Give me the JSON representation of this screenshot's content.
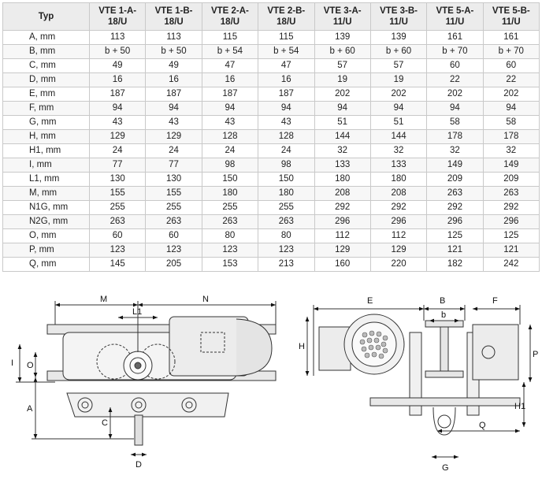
{
  "table": {
    "headers": [
      "Typ",
      "VTE 1-A-18/U",
      "VTE 1-B-18/U",
      "VTE 2-A-18/U",
      "VTE 2-B-18/U",
      "VTE 3-A-11/U",
      "VTE 3-B-11/U",
      "VTE 5-A-11/U",
      "VTE 5-B-11/U"
    ],
    "rows": [
      {
        "label": "A, mm",
        "values": [
          "113",
          "113",
          "115",
          "115",
          "139",
          "139",
          "161",
          "161"
        ]
      },
      {
        "label": "B, mm",
        "values": [
          "b + 50",
          "b + 50",
          "b + 54",
          "b + 54",
          "b + 60",
          "b + 60",
          "b + 70",
          "b + 70"
        ]
      },
      {
        "label": "C, mm",
        "values": [
          "49",
          "49",
          "47",
          "47",
          "57",
          "57",
          "60",
          "60"
        ]
      },
      {
        "label": "D, mm",
        "values": [
          "16",
          "16",
          "16",
          "16",
          "19",
          "19",
          "22",
          "22"
        ]
      },
      {
        "label": "E, mm",
        "values": [
          "187",
          "187",
          "187",
          "187",
          "202",
          "202",
          "202",
          "202"
        ]
      },
      {
        "label": "F, mm",
        "values": [
          "94",
          "94",
          "94",
          "94",
          "94",
          "94",
          "94",
          "94"
        ]
      },
      {
        "label": "G, mm",
        "values": [
          "43",
          "43",
          "43",
          "43",
          "51",
          "51",
          "58",
          "58"
        ]
      },
      {
        "label": "H, mm",
        "values": [
          "129",
          "129",
          "128",
          "128",
          "144",
          "144",
          "178",
          "178"
        ]
      },
      {
        "label": "H1, mm",
        "values": [
          "24",
          "24",
          "24",
          "24",
          "32",
          "32",
          "32",
          "32"
        ]
      },
      {
        "label": "I, mm",
        "values": [
          "77",
          "77",
          "98",
          "98",
          "133",
          "133",
          "149",
          "149"
        ]
      },
      {
        "label": "L1, mm",
        "values": [
          "130",
          "130",
          "150",
          "150",
          "180",
          "180",
          "209",
          "209"
        ]
      },
      {
        "label": "M, mm",
        "values": [
          "155",
          "155",
          "180",
          "180",
          "208",
          "208",
          "263",
          "263"
        ]
      },
      {
        "label": "N1G, mm",
        "values": [
          "255",
          "255",
          "255",
          "255",
          "292",
          "292",
          "292",
          "292"
        ]
      },
      {
        "label": "N2G, mm",
        "values": [
          "263",
          "263",
          "263",
          "263",
          "296",
          "296",
          "296",
          "296"
        ]
      },
      {
        "label": "O, mm",
        "values": [
          "60",
          "60",
          "80",
          "80",
          "112",
          "112",
          "125",
          "125"
        ]
      },
      {
        "label": "P, mm",
        "values": [
          "123",
          "123",
          "123",
          "123",
          "129",
          "129",
          "121",
          "121"
        ]
      },
      {
        "label": "Q, mm",
        "values": [
          "145",
          "205",
          "153",
          "213",
          "160",
          "220",
          "182",
          "242"
        ]
      }
    ]
  },
  "drawing_left": {
    "labels": {
      "M": "M",
      "L1": "L1",
      "N": "N",
      "I": "I",
      "O": "O",
      "A": "A",
      "C": "C",
      "D": "D"
    }
  },
  "drawing_right": {
    "labels": {
      "E": "E",
      "B": "B",
      "F": "F",
      "b": "b",
      "H": "H",
      "P": "P",
      "H1": "H1",
      "Q": "Q",
      "G": "G"
    }
  }
}
